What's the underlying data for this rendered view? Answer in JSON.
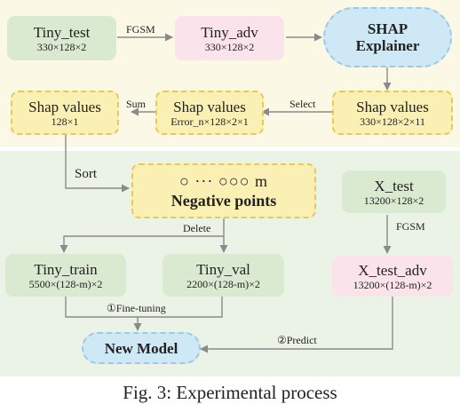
{
  "nodes": {
    "tiny_test": {
      "title": "Tiny_test",
      "sub": "330×128×2"
    },
    "tiny_adv": {
      "title": "Tiny_adv",
      "sub": "330×128×2"
    },
    "shap_explainer": {
      "title": "SHAP",
      "title2": "Explainer"
    },
    "shap_right": {
      "title": "Shap values",
      "sub": "330×128×2×11"
    },
    "shap_mid": {
      "title": "Shap values",
      "sub": "Error_n×128×2×1"
    },
    "shap_left": {
      "title": "Shap values",
      "sub": "128×1"
    },
    "negative": {
      "symbols": "○ ··· ○○○ m",
      "title": "Negative points"
    },
    "x_test": {
      "title": "X_test",
      "sub": "13200×128×2"
    },
    "tiny_train": {
      "title": "Tiny_train",
      "sub": "5500×(128-m)×2"
    },
    "tiny_val": {
      "title": "Tiny_val",
      "sub": "2200×(128-m)×2"
    },
    "x_test_adv": {
      "title": "X_test_adv",
      "sub": "13200×(128-m)×2"
    },
    "new_model": {
      "title": "New Model"
    }
  },
  "edges": {
    "fgsm_top": "FGSM",
    "select": "Select",
    "sum": "Sum",
    "sort": "Sort",
    "delete": "Delete",
    "fgsm_right": "FGSM",
    "fine_tuning": "①Fine-tuning",
    "predict": "②Predict"
  },
  "caption": "Fig. 3: Experimental process",
  "colors": {
    "top_panel": "#fbf8e6",
    "bottom_panel": "#eaf3e6",
    "green_box": "#d9ead1",
    "pink_box": "#fbe3ec",
    "yellow_box": "#fbf0b4",
    "blue_box": "#cfe8f5",
    "arrow": "#8a8a8a"
  }
}
